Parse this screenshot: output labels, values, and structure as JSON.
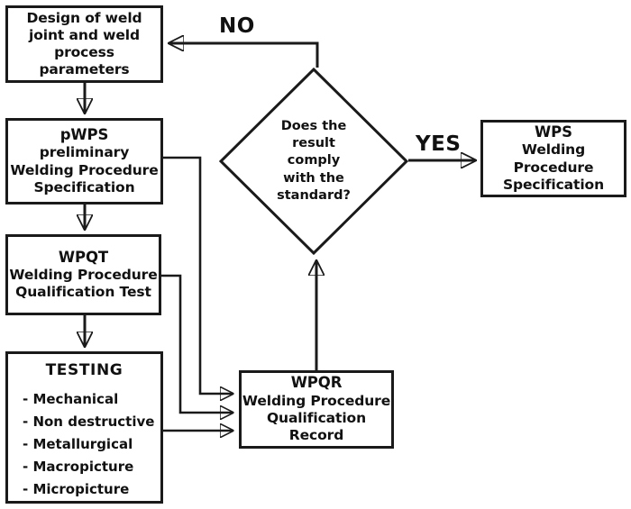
{
  "diagram": {
    "title": "Welding procedure qualification flowchart",
    "stroke_color": "#1a1a1a",
    "background_color": "#ffffff"
  },
  "nodes": {
    "design": {
      "shape": "process",
      "lines": [
        "Design of weld",
        "joint and weld",
        "process",
        "parameters"
      ]
    },
    "pwps": {
      "shape": "process",
      "header": "pWPS",
      "lines": [
        "preliminary",
        "Welding Procedure",
        "Specification"
      ]
    },
    "wpqt": {
      "shape": "process",
      "header": "WPQT",
      "lines": [
        "Welding Procedure",
        "Qualification Test"
      ]
    },
    "testing": {
      "shape": "process",
      "title": "TESTING",
      "bullets": [
        "- Mechanical",
        "- Non destructive",
        "- Metallurgical",
        "- Macropicture",
        "- Micropicture"
      ]
    },
    "decision": {
      "shape": "diamond",
      "lines": [
        "Does the",
        "result",
        "comply",
        "with the",
        "standard?"
      ]
    },
    "wpqr": {
      "shape": "process",
      "header": "WPQR",
      "lines": [
        "Welding Procedure",
        "Qualification",
        "Record"
      ]
    },
    "wps": {
      "shape": "process",
      "header": "WPS",
      "lines": [
        "Welding",
        "Procedure",
        "Specification"
      ]
    }
  },
  "edge_labels": {
    "no": "NO",
    "yes": "YES"
  },
  "edges": [
    {
      "name": "design-to-pwps",
      "from": "design",
      "to": "pwps",
      "label": ""
    },
    {
      "name": "pwps-to-wpqt",
      "from": "pwps",
      "to": "wpqt",
      "label": ""
    },
    {
      "name": "wpqt-to-testing",
      "from": "wpqt",
      "to": "testing",
      "label": ""
    },
    {
      "name": "pwps-to-wpqr",
      "from": "pwps",
      "to": "wpqr",
      "label": ""
    },
    {
      "name": "wpqt-to-wpqr",
      "from": "wpqt",
      "to": "wpqr",
      "label": ""
    },
    {
      "name": "testing-to-wpqr",
      "from": "testing",
      "to": "wpqr",
      "label": ""
    },
    {
      "name": "wpqr-to-decision",
      "from": "wpqr",
      "to": "decision",
      "label": ""
    },
    {
      "name": "decision-to-design",
      "from": "decision",
      "to": "design",
      "label": "NO"
    },
    {
      "name": "decision-to-wps",
      "from": "decision",
      "to": "wps",
      "label": "YES"
    }
  ]
}
